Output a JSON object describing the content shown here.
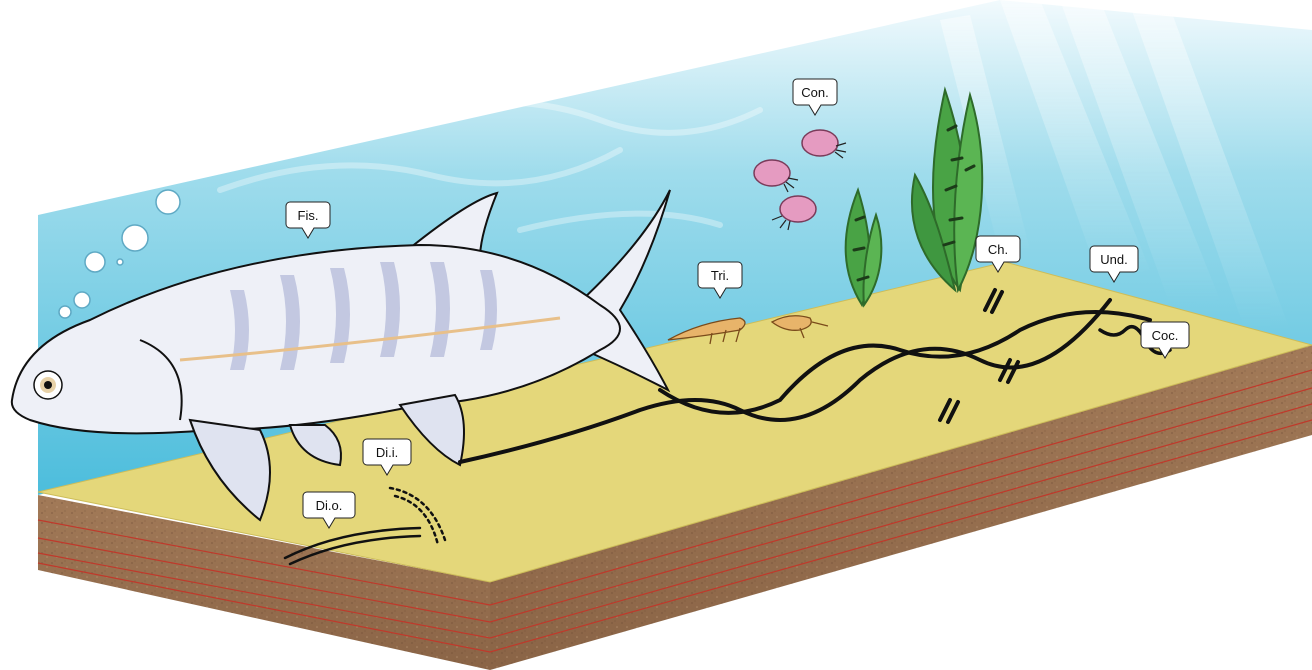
{
  "colors": {
    "water_top": "#e9f6fb",
    "water_mid": "#7fd0e6",
    "water_bottom": "#4fbfdc",
    "sand": "#e4d77a",
    "sediment": "#a07a5a",
    "sediment_dark": "#7d5a3f",
    "layer_line": "#c0392b",
    "trace": "#111111",
    "fish_body": "#eef0f7",
    "fish_stripe": "#b9bfdc",
    "plant": "#49a345",
    "conchostracan": "#e59bc1"
  },
  "labels": [
    {
      "id": "fis",
      "text": "Fis."
    },
    {
      "id": "con",
      "text": "Con."
    },
    {
      "id": "tri",
      "text": "Tri."
    },
    {
      "id": "ch",
      "text": "Ch."
    },
    {
      "id": "und",
      "text": "Und."
    },
    {
      "id": "coc",
      "text": "Coc."
    },
    {
      "id": "dii",
      "text": "Di.i."
    },
    {
      "id": "dio",
      "text": "Di.o."
    }
  ],
  "icons": {
    "fish": "fish-icon",
    "plant": "plant-icon",
    "crustacean": "shrimp-icon",
    "clam_shrimp": "clam-shrimp-icon"
  }
}
